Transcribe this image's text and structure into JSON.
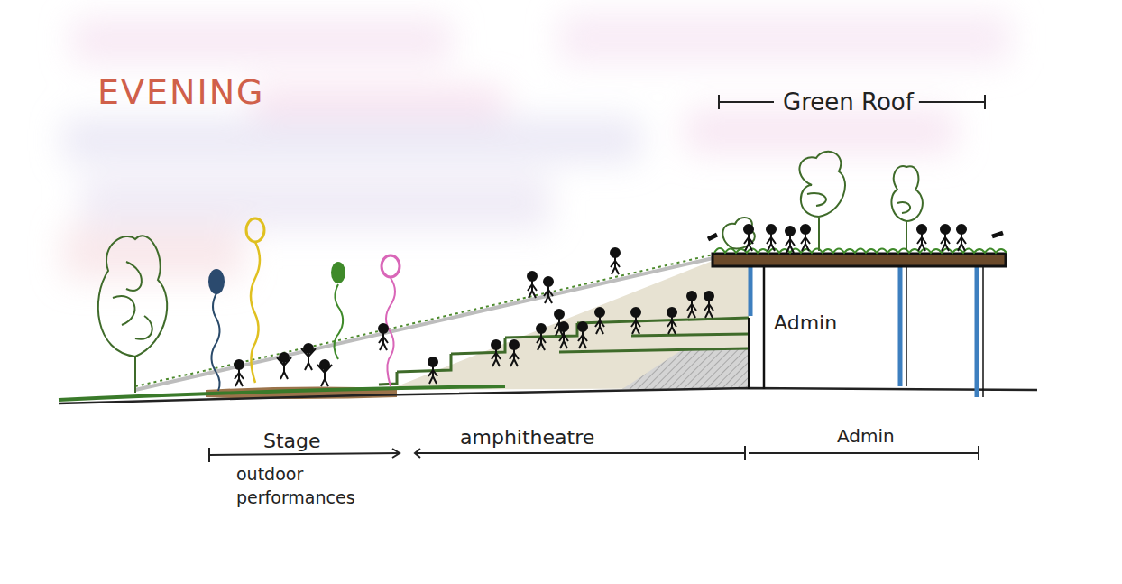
{
  "diagram": {
    "title": "EVENING",
    "nodes": [
      {
        "text": [
          "Admin"
        ]
      }
    ],
    "labels": [
      "Green Roof",
      "Stage",
      "outdoor performances",
      "amphitheatre",
      "Admin"
    ]
  }
}
